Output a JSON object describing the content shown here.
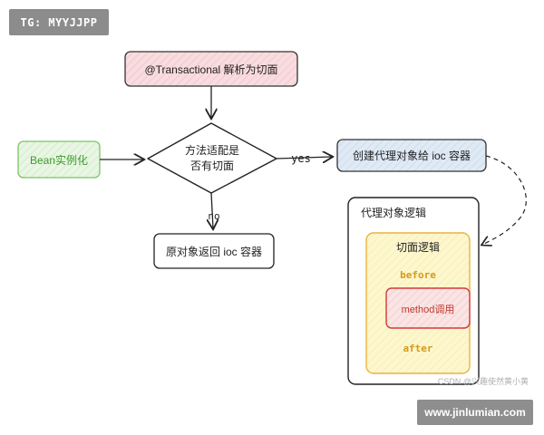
{
  "tag": "TG: MYYJJPP",
  "nodes": {
    "transactional": "@Transactional 解析为切面",
    "bean": "Bean实例化",
    "decision_line1": "方法适配是",
    "decision_line2": "否有切面",
    "create_proxy": "创建代理对象给 ioc 容器",
    "return_original": "原对象返回 ioc 容器",
    "proxy_logic": "代理对象逻辑",
    "aspect_logic": "切面逻辑",
    "before": "before",
    "method_call": "method调用",
    "after": "after"
  },
  "edges": {
    "yes": "yes",
    "no": "no"
  },
  "watermark": "CSDN @兴趣使然黄小黄",
  "site": "www.jinlumian.com",
  "colors": {
    "pink_fill": "#f8dcdf",
    "green_fill": "#e6f5e0",
    "blue_fill": "#dde8f4",
    "yellow_fill": "#fdf6c8",
    "red_fill": "#f9e0e0",
    "orange_text": "#d69a1c",
    "red_text": "#c0392b"
  }
}
